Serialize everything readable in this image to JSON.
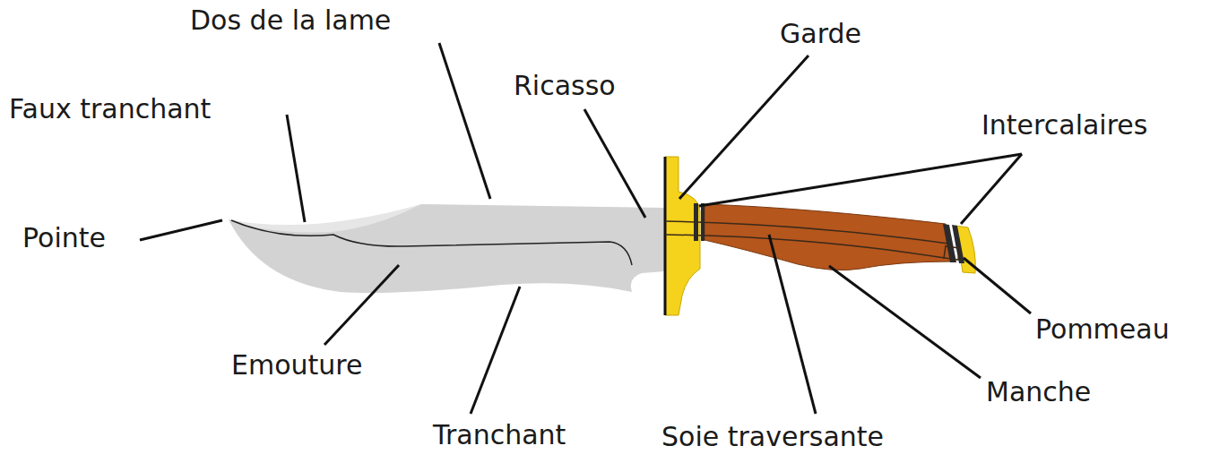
{
  "diagram": {
    "labels": [
      "Dos de la lame",
      "Garde",
      "Ricasso",
      "Intercalaires",
      "Faux tranchant",
      "Pointe",
      "Pommeau",
      "Emouture",
      "Manche",
      "Tranchant",
      "Soie traversante"
    ]
  }
}
